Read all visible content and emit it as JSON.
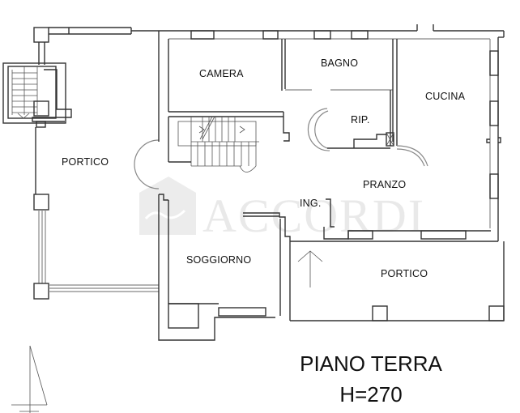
{
  "plan": {
    "title": "PIANO TERRA",
    "height_label": "H=270",
    "watermark": "ACCORDI",
    "rooms": [
      {
        "id": "portico-west",
        "label": "PORTICO"
      },
      {
        "id": "camera",
        "label": "CAMERA"
      },
      {
        "id": "bagno",
        "label": "BAGNO"
      },
      {
        "id": "cucina",
        "label": "CUCINA"
      },
      {
        "id": "rip",
        "label": "RIP."
      },
      {
        "id": "pranzo",
        "label": "PRANZO"
      },
      {
        "id": "ingresso",
        "label": "ING."
      },
      {
        "id": "soggiorno",
        "label": "SOGGIORNO"
      },
      {
        "id": "portico-south",
        "label": "PORTICO"
      }
    ],
    "colors": {
      "wall": "#333333",
      "window": "#888888",
      "text": "#111111",
      "watermark": "#e6e6e6"
    }
  }
}
